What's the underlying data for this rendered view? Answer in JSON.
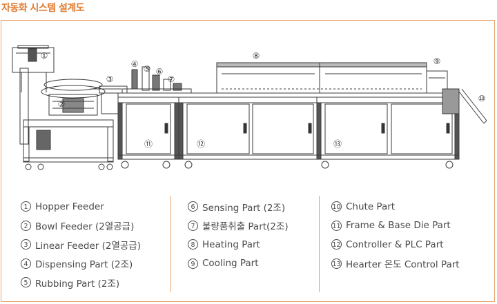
{
  "title": "자동화 시스템 설계도",
  "callouts": [
    "①",
    "②",
    "③",
    "④",
    "⑤",
    "⑥",
    "⑦",
    "⑧",
    "⑨",
    "⑩",
    "⑪",
    "⑫",
    "⑬"
  ],
  "legend": {
    "col1": [
      {
        "num": "1",
        "label": "Hopper Feeder"
      },
      {
        "num": "2",
        "label": "Bowl Feeder (2열공급)"
      },
      {
        "num": "3",
        "label": "Linear Feeder (2열공급)"
      },
      {
        "num": "4",
        "label": "Dispensing Part (2조)"
      },
      {
        "num": "5",
        "label": "Rubbing Part (2조)"
      }
    ],
    "col2": [
      {
        "num": "6",
        "label": "Sensing Part (2조)"
      },
      {
        "num": "7",
        "label": "불량품취출 Part(2조)"
      },
      {
        "num": "8",
        "label": "Heating Part"
      },
      {
        "num": "9",
        "label": "Cooling Part"
      }
    ],
    "col3": [
      {
        "num": "10",
        "label": "Chute Part"
      },
      {
        "num": "11",
        "label": "Frame & Base Die Part"
      },
      {
        "num": "12",
        "label": "Controller & PLC Part"
      },
      {
        "num": "13",
        "label": "Hearter 온도 Control Part"
      }
    ]
  },
  "colors": {
    "accent": "#e07a2e",
    "line": "#3a3a3a",
    "text": "#4a4a4a"
  }
}
